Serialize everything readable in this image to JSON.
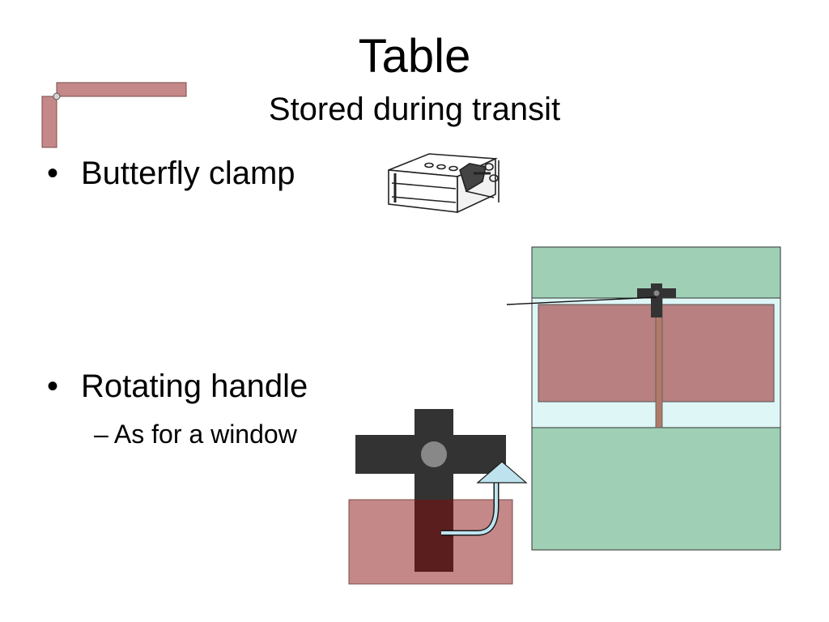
{
  "slide": {
    "title": "Table",
    "subtitle": "Stored during transit",
    "bullets": [
      {
        "marker": "•",
        "text": "Butterfly clamp"
      },
      {
        "marker": "•",
        "text": "Rotating handle"
      }
    ],
    "sub_bullets": [
      {
        "marker": "–",
        "text": "As for a window"
      }
    ]
  },
  "colors": {
    "table_red": "#c48888",
    "table_red_dark": "#b88080",
    "panel_green": "#9fd0b6",
    "panel_light": "#dff6f6",
    "handle_black": "#333333",
    "handle_over_red": "#5a1e1e",
    "knob_grey": "#888888",
    "arrow_blue": "#bfe3ee"
  }
}
